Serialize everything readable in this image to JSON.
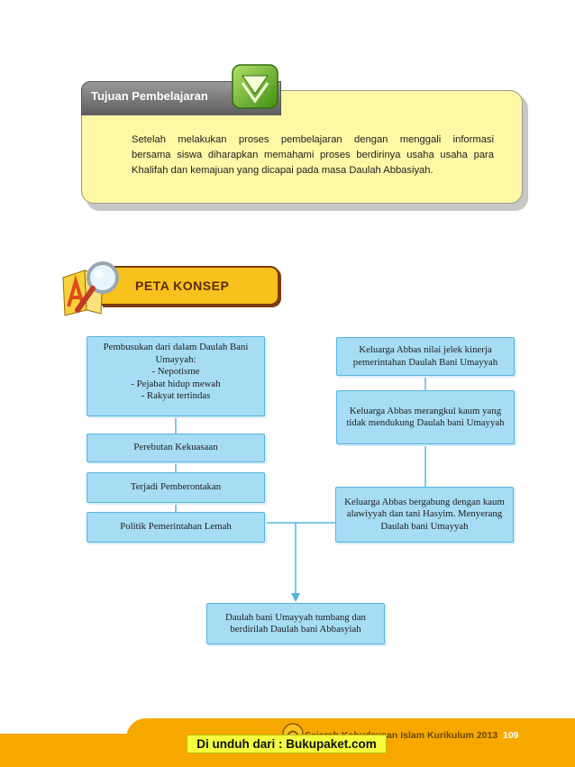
{
  "tujuan": {
    "title": "Tujuan Pembelajaran",
    "lines": [
      "Setelah melakukan proses pembelajaran dengan menggali informasi",
      "bersama  siswa diharapkan memahami proses berdirinya usaha usaha para",
      "Khalifah dan kemajuan yang dicapai pada masa Daulah Abbasiyah."
    ]
  },
  "peta": {
    "title": "PETA KONSEP"
  },
  "concept": {
    "left": [
      "Pembusukan dari dalam Daulah Bani\nUmayyah:\n- Nepotisme\n- Pejabat hidup mewah\n- Rakyat tertindas",
      "Perebutan Kekuasaan",
      "Terjadi Pemberontakan",
      "Politik Pemerintahan Lemah"
    ],
    "right": [
      "Keluarga Abbas nilai jelek kinerja\npemerintahan Daulah Bani Umayyah",
      "Keluarga Abbas merangkul kaum yang\ntidak mendukung Daulah bani Umayyah",
      "Keluarga Abbas bergabung dengan kaum\nalawiyyah dan tani Hasyim. Menyerang\nDaulah bani Umayyah"
    ],
    "result": "Daulah bani Umayyah tumbang dan\nberdirilah Daulah bani Abbasyiah"
  },
  "footer": {
    "book_title": "Sejarah Kebudayaan Islam Kurikulum 2013",
    "page_number": "109",
    "download_note": "Di unduh dari : Bukupaket.com"
  },
  "colors": {
    "box_fill": "#a6dcf4",
    "box_border": "#55b5de",
    "tujuan_fill": "#fdf8a6",
    "banner": "#f9c11d",
    "footer": "#f7a800",
    "arrow_green": "#6dbb2a"
  }
}
